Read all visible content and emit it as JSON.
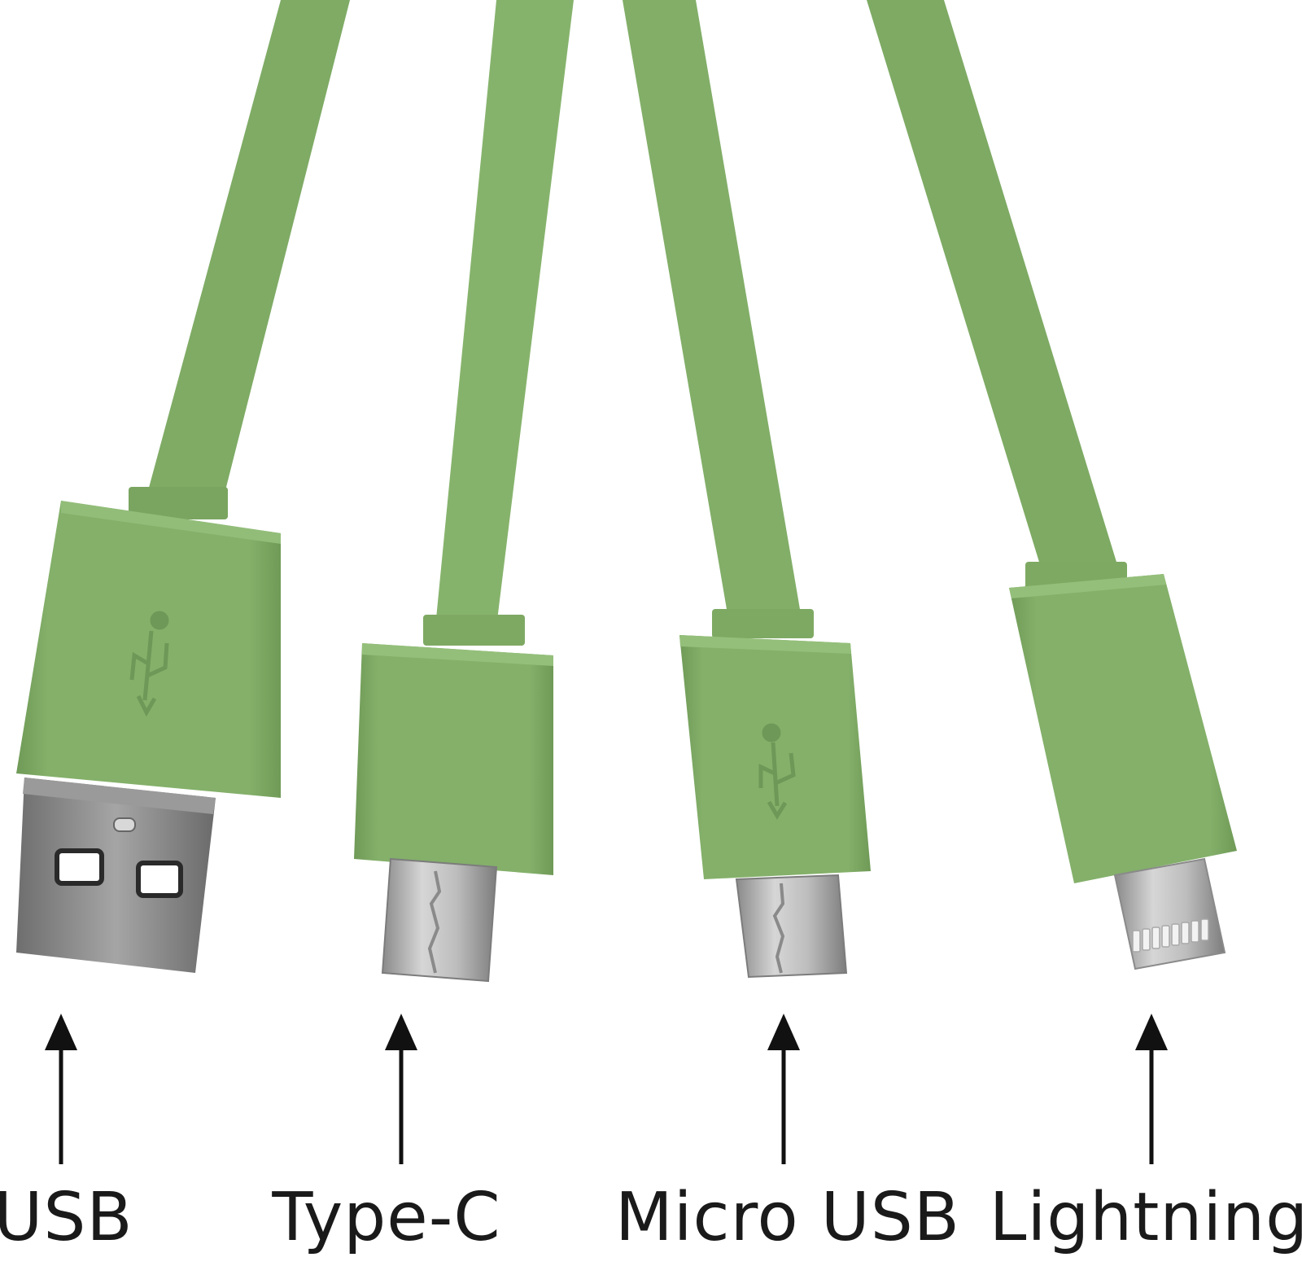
{
  "colors": {
    "cable": "#84b06a",
    "cable_dark": "#6f9a57",
    "cable_light": "#94bf7a",
    "metal": "#c9c9c9",
    "metal_dark": "#7c7c7c",
    "arrow": "#111111",
    "label": "#1a1a1a"
  },
  "connectors": [
    {
      "id": "usb",
      "label": "USB",
      "icon": "usb-trident-icon"
    },
    {
      "id": "typec",
      "label": "Type-C",
      "icon": ""
    },
    {
      "id": "micro",
      "label": "Micro USB",
      "icon": "usb-trident-icon"
    },
    {
      "id": "lightning",
      "label": "Lightning",
      "icon": ""
    }
  ]
}
